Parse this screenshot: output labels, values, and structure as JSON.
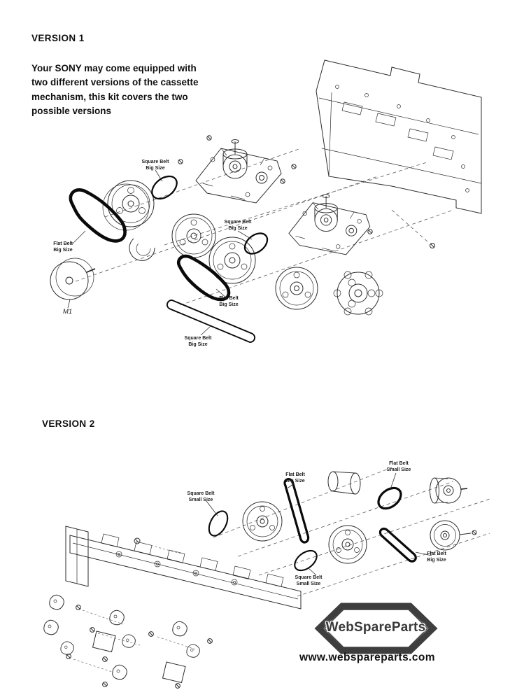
{
  "doc": {
    "v1_heading": "VERSION 1",
    "v1_intro": "Your SONY may come equipped with\ntwo different versions of the cassette\nmechanism, this kit covers the two\npossible versions",
    "v2_heading": "VERSION 2"
  },
  "v1_labels": {
    "square_belt_top": "Square Belt\nBig Size",
    "flat_belt_left": "Flat Belt\nBig Size",
    "square_belt_mid": "Square Belt\nBig Size",
    "flat_belt_mid": "Flat Belt\nBig Size",
    "square_belt_long": "Square Belt\nBig Size",
    "motor": "M1"
  },
  "v2_labels": {
    "square_belt_small_top": "Square Belt\nSmall Size",
    "flat_belt_big_top": "Flat Belt\nBig Size",
    "flat_belt_small": "Flat Belt\nSmall Size",
    "square_belt_small_bottom": "Square Belt\nSmall Size",
    "flat_belt_big_right": "Flat Belt\nBig Size"
  },
  "footer": {
    "logo_text": "WebSpareParts",
    "website": "www.webspareparts.com"
  }
}
